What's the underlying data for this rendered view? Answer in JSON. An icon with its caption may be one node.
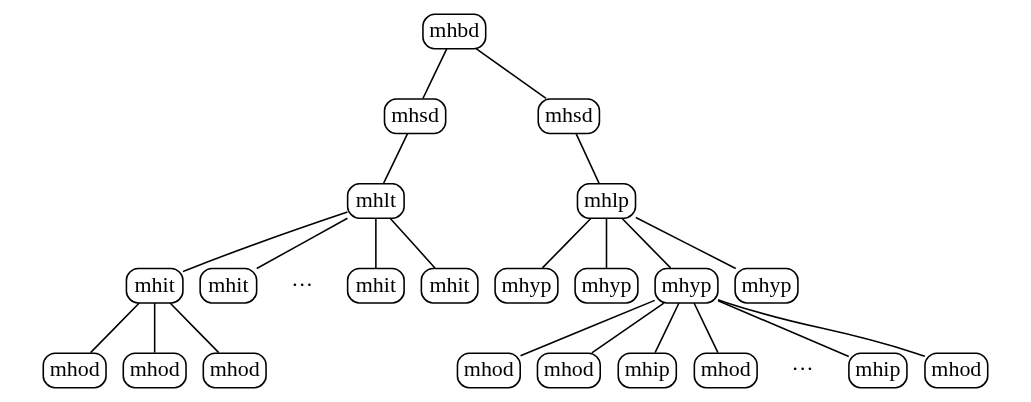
{
  "diagram": {
    "nodes": [
      {
        "text": [
          "mhbd"
        ]
      },
      {
        "text": [
          "mhsd"
        ]
      },
      {
        "text": [
          "mhsd"
        ]
      },
      {
        "text": [
          "mhlt"
        ]
      },
      {
        "text": [
          "mhlp"
        ]
      },
      {
        "text": [
          "mhit"
        ]
      },
      {
        "text": [
          "mhit"
        ]
      },
      {
        "text": [
          "mhit"
        ]
      },
      {
        "text": [
          "mhit"
        ]
      },
      {
        "text": [
          "mhyp"
        ]
      },
      {
        "text": [
          "mhyp"
        ]
      },
      {
        "text": [
          "mhyp"
        ]
      },
      {
        "text": [
          "mhyp"
        ]
      },
      {
        "text": [
          "mhod"
        ]
      },
      {
        "text": [
          "mhod"
        ]
      },
      {
        "text": [
          "mhod"
        ]
      },
      {
        "text": [
          "mhod"
        ]
      },
      {
        "text": [
          "mhod"
        ]
      },
      {
        "text": [
          "mhip"
        ]
      },
      {
        "text": [
          "mhod"
        ]
      },
      {
        "text": [
          "mhip"
        ]
      },
      {
        "text": [
          "mhod"
        ]
      }
    ],
    "edges": [
      {
        "from": 0,
        "to": 1,
        "arrow": "none"
      },
      {
        "from": 0,
        "to": 2,
        "arrow": "none"
      },
      {
        "from": 1,
        "to": 3,
        "arrow": "none"
      },
      {
        "from": 2,
        "to": 4,
        "arrow": "none"
      },
      {
        "from": 3,
        "to": 5,
        "arrow": "none"
      },
      {
        "from": 3,
        "to": 6,
        "arrow": "none"
      },
      {
        "from": 3,
        "to": 7,
        "arrow": "none"
      },
      {
        "from": 3,
        "to": 8,
        "arrow": "none"
      },
      {
        "from": 4,
        "to": 9,
        "arrow": "none"
      },
      {
        "from": 4,
        "to": 10,
        "arrow": "none"
      },
      {
        "from": 4,
        "to": 11,
        "arrow": "none"
      },
      {
        "from": 4,
        "to": 12,
        "arrow": "none"
      },
      {
        "from": 5,
        "to": 13,
        "arrow": "none"
      },
      {
        "from": 5,
        "to": 14,
        "arrow": "none"
      },
      {
        "from": 5,
        "to": 15,
        "arrow": "none"
      },
      {
        "from": 11,
        "to": 16,
        "arrow": "none"
      },
      {
        "from": 11,
        "to": 17,
        "arrow": "none"
      },
      {
        "from": 11,
        "to": 18,
        "arrow": "none"
      },
      {
        "from": 11,
        "to": 19,
        "arrow": "none"
      },
      {
        "from": 11,
        "to": 20,
        "arrow": "none"
      },
      {
        "from": 11,
        "to": 21,
        "arrow": "none"
      }
    ],
    "labels": [
      "···",
      "···"
    ]
  }
}
